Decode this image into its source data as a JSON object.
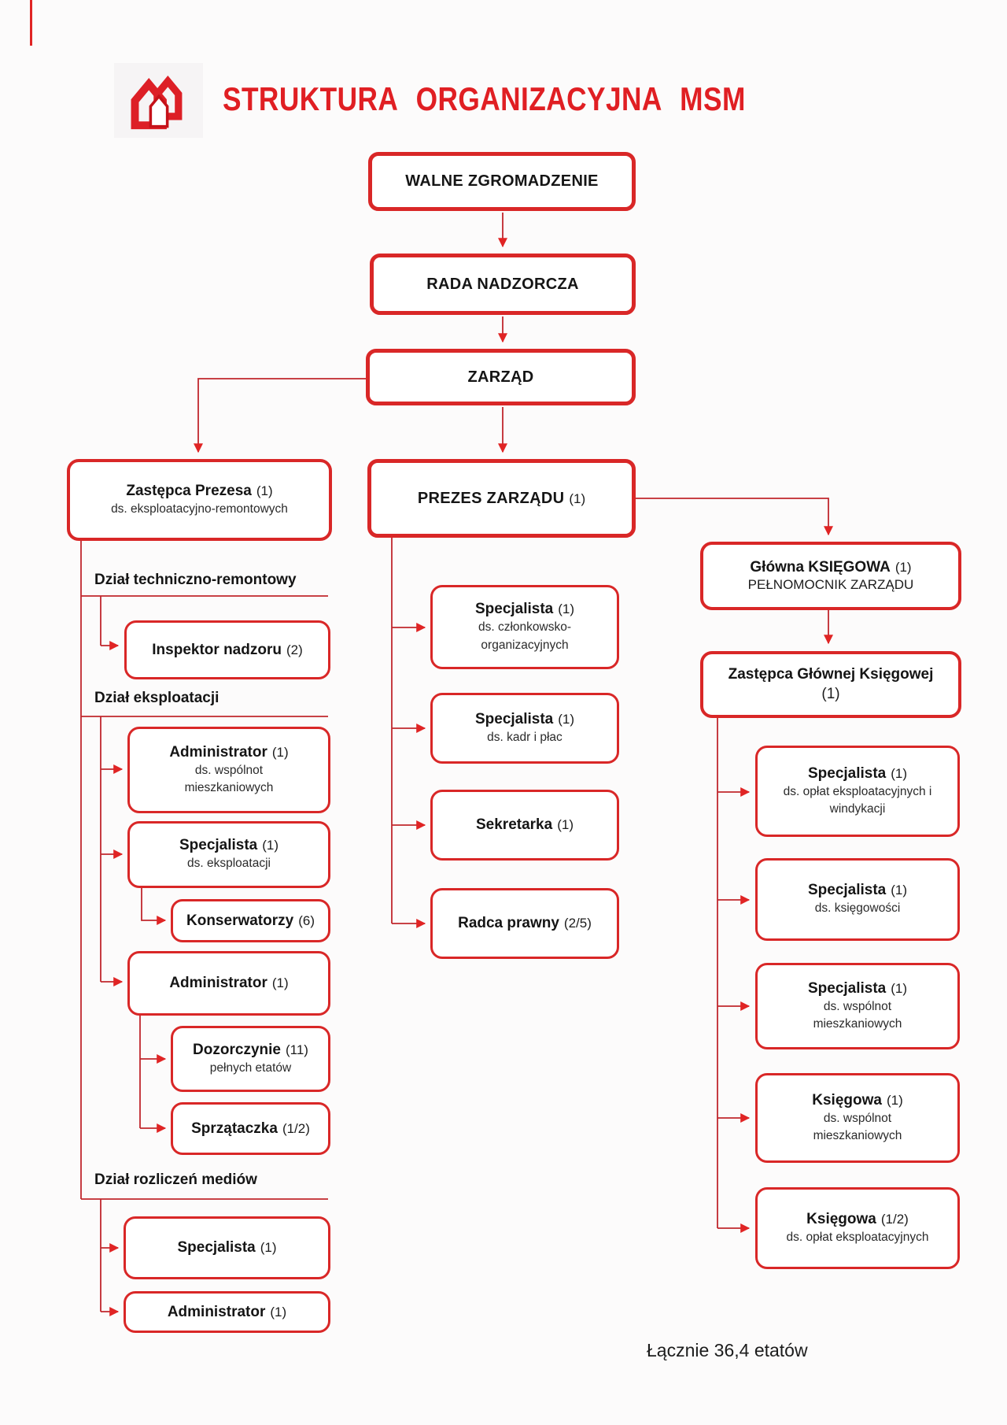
{
  "page": {
    "title": "STRUKTURA ORGANIZACYJNA MSM",
    "footer": "Łącznie 36,4 etatów"
  },
  "colors": {
    "accent": "#e02424",
    "line": "#c0272d",
    "box_border": "#d92727"
  },
  "icons": {
    "logo": "msm-houses-logo"
  },
  "sections": {
    "technical": "Dział techniczno-remontowy",
    "exploitation": "Dział eksploatacji",
    "media": "Dział rozliczeń mediów"
  },
  "nodes": {
    "walne": {
      "name": "WALNE ZGROMADZENIE"
    },
    "rada": {
      "name": "RADA NADZORCZA"
    },
    "zarzad": {
      "name": "ZARZĄD"
    },
    "prezes": {
      "name": "PREZES ZARZĄDU",
      "count": "(1)"
    },
    "zastepca_prezesa": {
      "name": "Zastępca Prezesa",
      "count": "(1)",
      "sub1": "ds. eksploatacyjno-remontowych"
    },
    "inspektor": {
      "name": "Inspektor nadzoru",
      "count": "(2)"
    },
    "administrator_wspolnot": {
      "name": "Administrator",
      "count": "(1)",
      "sub1": "ds. wspólnot",
      "sub2": "mieszkaniowych"
    },
    "specjalista_eksploatacji": {
      "name": "Specjalista",
      "count": "(1)",
      "sub1": "ds. eksploatacji"
    },
    "konserwatorzy": {
      "name": "Konserwatorzy",
      "count": "(6)"
    },
    "administrator_2": {
      "name": "Administrator",
      "count": "(1)"
    },
    "dozorczynie": {
      "name": "Dozorczynie",
      "count": "(11)",
      "sub1": "pełnych etatów"
    },
    "sprzataczka": {
      "name": "Sprzątaczka",
      "count": "(1/2)"
    },
    "specjalista_mediow": {
      "name": "Specjalista",
      "count": "(1)"
    },
    "administrator_3": {
      "name": "Administrator",
      "count": "(1)"
    },
    "specjalista_czlonkowsko": {
      "name": "Specjalista",
      "count": "(1)",
      "sub1": "ds. członkowsko-",
      "sub2": "organizacyjnych"
    },
    "specjalista_kadr": {
      "name": "Specjalista",
      "count": "(1)",
      "sub1": "ds. kadr i płac"
    },
    "sekretarka": {
      "name": "Sekretarka",
      "count": "(1)"
    },
    "radca_prawny": {
      "name": "Radca prawny",
      "count": "(2/5)"
    },
    "glowna_ksiegowa": {
      "name": "Główna KSIĘGOWA",
      "count": "(1)",
      "sub1": "PEŁNOMOCNIK ZARZĄDU"
    },
    "zastepca_glownej": {
      "name": "Zastępca Głównej Księgowej",
      "sub1": "(1)"
    },
    "specjalista_oplat": {
      "name": "Specjalista",
      "count": "(1)",
      "sub1": "ds. opłat eksploatacyjnych i",
      "sub2": "windykacji"
    },
    "specjalista_ksiegowosci": {
      "name": "Specjalista",
      "count": "(1)",
      "sub1": "ds. księgowości"
    },
    "specjalista_wspolnot": {
      "name": "Specjalista",
      "count": "(1)",
      "sub1": "ds. wspólnot",
      "sub2": "mieszkaniowych"
    },
    "ksiegowa_wspolnot": {
      "name": "Księgowa",
      "count": "(1)",
      "sub1": "ds. wspólnot",
      "sub2": "mieszkaniowych"
    },
    "ksiegowa_oplat": {
      "name": "Księgowa",
      "count": "(1/2)",
      "sub1": "ds. opłat eksploatacyjnych"
    }
  }
}
